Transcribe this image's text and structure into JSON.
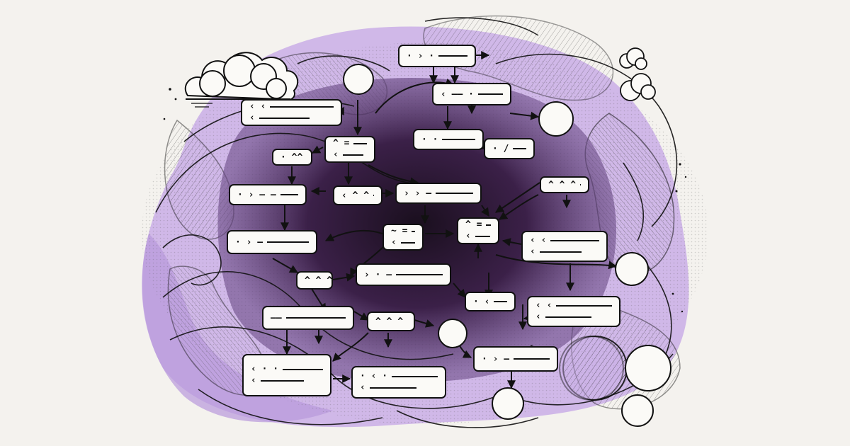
{
  "theme": {
    "accent": "#b79ad6",
    "accent_dark": "#4a2a5a",
    "ink": "#111111",
    "paper": "#f4f2ee",
    "node_fill": "#fbfaf7"
  },
  "nodes": [
    {
      "id": "n1",
      "glyph": "· › ·"
    },
    {
      "id": "n2",
      "glyph": "‹ —— ·"
    },
    {
      "id": "n3",
      "glyph": "‹ ‹"
    },
    {
      "id": "n4",
      "glyph": "^ ="
    },
    {
      "id": "n5",
      "glyph": "· ^^"
    },
    {
      "id": "n6",
      "glyph": "· ·"
    },
    {
      "id": "n7",
      "glyph": "· /"
    },
    {
      "id": "n8",
      "glyph": "· › — —"
    },
    {
      "id": "n9",
      "glyph": "‹ ^ ^"
    },
    {
      "id": "n10",
      "glyph": "› › —"
    },
    {
      "id": "n11",
      "glyph": "^ ^ ^"
    },
    {
      "id": "n12",
      "glyph": "· › —"
    },
    {
      "id": "n13",
      "glyph": "~ ="
    },
    {
      "id": "n14",
      "glyph": "^ ="
    },
    {
      "id": "n15",
      "glyph": "‹ ‹"
    },
    {
      "id": "n16",
      "glyph": "^ ^ ^"
    },
    {
      "id": "n17",
      "glyph": "› · —"
    },
    {
      "id": "n18",
      "glyph": "· ‹"
    },
    {
      "id": "n19",
      "glyph": "^ ^ ^"
    },
    {
      "id": "n20",
      "glyph": "——"
    },
    {
      "id": "n21",
      "glyph": "‹ ‹"
    },
    {
      "id": "n22",
      "glyph": "‹ · ·"
    },
    {
      "id": "n23",
      "glyph": "· ‹ ·"
    },
    {
      "id": "n24",
      "glyph": "· › —"
    }
  ]
}
